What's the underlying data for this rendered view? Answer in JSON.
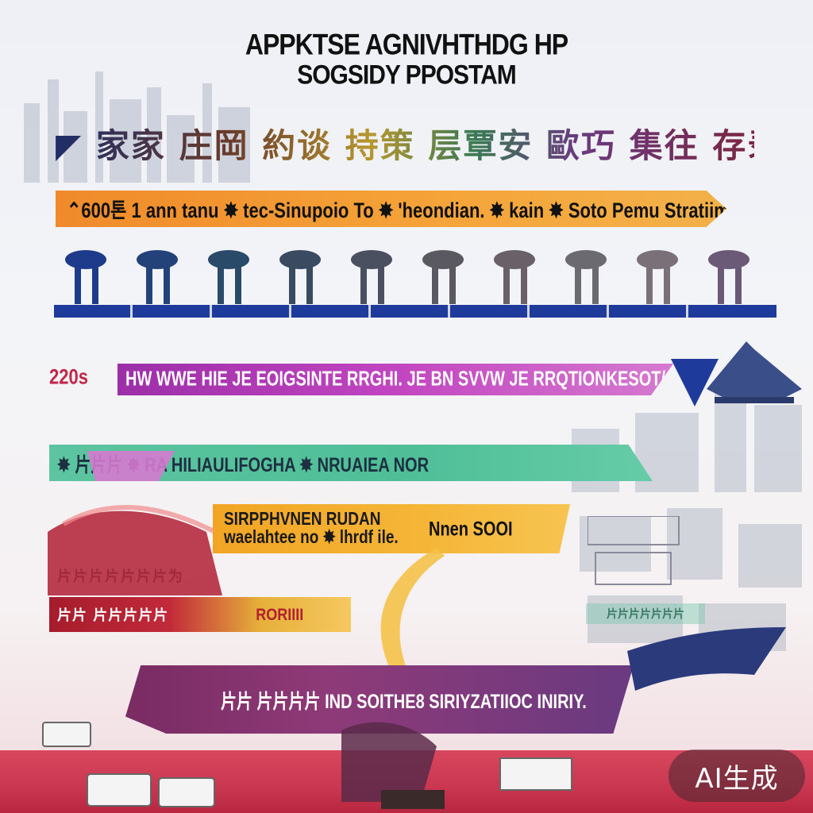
{
  "header": {
    "title_line1": "APPKTSE AGNIVHTHDG HP",
    "title_line2": "SOGSIDY PPOSTAM",
    "cjk_row": "◤ 家家 庄岡 約谈 持策 层覃安 歐巧 集往 存录"
  },
  "ribbons": {
    "orange": "⌃600톤 1 ann tanu  ✸  tec-Sinupoio To  ✸ 'heondian.  ✸  kain  ✸    Soto Pemu       Stratiime",
    "side_year": "220ѕ",
    "magenta": "HW WWE HIE JE EOIGSINTE RRGHI. JE BN SVVW JE RRQTIONKESOT/GAVIGTIES",
    "green": "✸ 片片片      ✸ RA HILIAULIFOGHA ✸ NRUAIEA NOR",
    "yellow_line1": "SIRPPHVNEN RUDAN",
    "yellow_line2": "waelahtee no ✸ lhrdf ile.",
    "yellow_tag": "Nnen SOOI",
    "small_label": "片片片片片片片为",
    "crimson_a": "片片 片片片片片",
    "crimson_b": "RORIIII",
    "right_banner": "片片片片片片片",
    "plum": "片片 片片片片   IND SOITHE8 SIRIYZATIIOC INIRIY."
  },
  "badge": {
    "label": "AI生成"
  },
  "colors": {
    "orange": "#f08a2a",
    "navy": "#1e3a9a",
    "magenta": "#c245c0",
    "green": "#4fbf98",
    "yellow": "#f5b638",
    "crimson": "#c22a3a",
    "plum": "#7a2b62",
    "ground": "#c93650"
  }
}
